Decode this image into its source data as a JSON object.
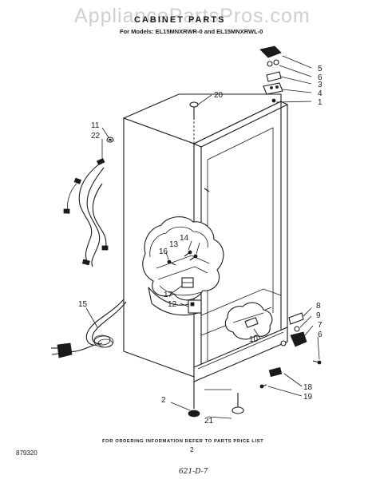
{
  "watermark": "AppliancePartsPros.com",
  "title": "CABINET PARTS",
  "subtitle": "For Models: EL15MNXRWR-0  and EL15MNXRWL-0",
  "callouts": {
    "c1": "1",
    "c2": "2",
    "c3": "3",
    "c4": "4",
    "c5": "5",
    "c6": "6",
    "c6b": "6",
    "c7": "7",
    "c8": "8",
    "c9": "9",
    "c10": "10",
    "c11": "11",
    "c12": "12",
    "c13": "13",
    "c14": "14",
    "c15": "15",
    "c16": "16",
    "c17": "17",
    "c18": "18",
    "c19": "19",
    "c20": "20",
    "c21": "21",
    "c22": "22"
  },
  "footer_note": "FOR ORDERING INFORMATION REFER TO PARTS PRICE LIST",
  "page_number": "2",
  "doc_code": "879320",
  "handwritten_code": "621-D-7"
}
